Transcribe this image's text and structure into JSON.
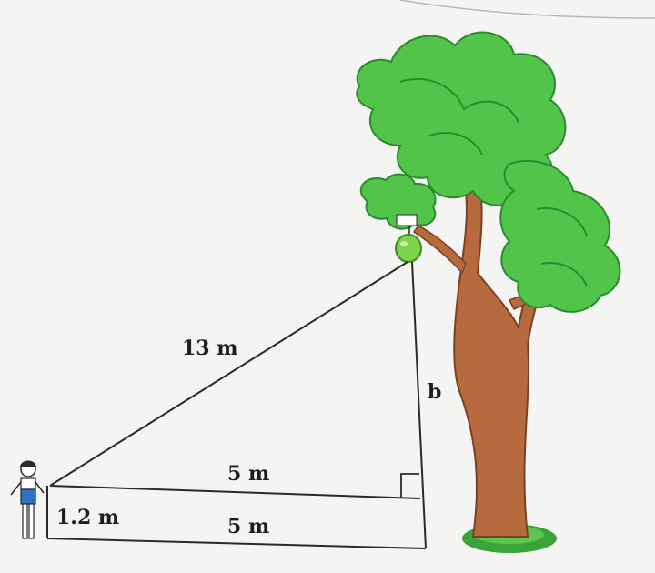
{
  "labels": {
    "hypotenuse": "13 m",
    "height_unknown": "b",
    "base_upper": "5 m",
    "base_lower": "5 m",
    "observer_height": "1.2 m"
  },
  "colors": {
    "line": "#2a2a2a",
    "leaf_light": "#52c44a",
    "leaf_dark": "#2c8a2e",
    "trunk": "#b76a3e",
    "trunk_dark": "#7a4023",
    "fruit": "#7dd34a",
    "grass": "#3aa43a",
    "shirt": "#2f6fc8"
  },
  "icons": {
    "observer": "person-icon",
    "tree": "tree-icon",
    "fruit": "apple-icon",
    "right_angle": "right-angle-marker"
  }
}
